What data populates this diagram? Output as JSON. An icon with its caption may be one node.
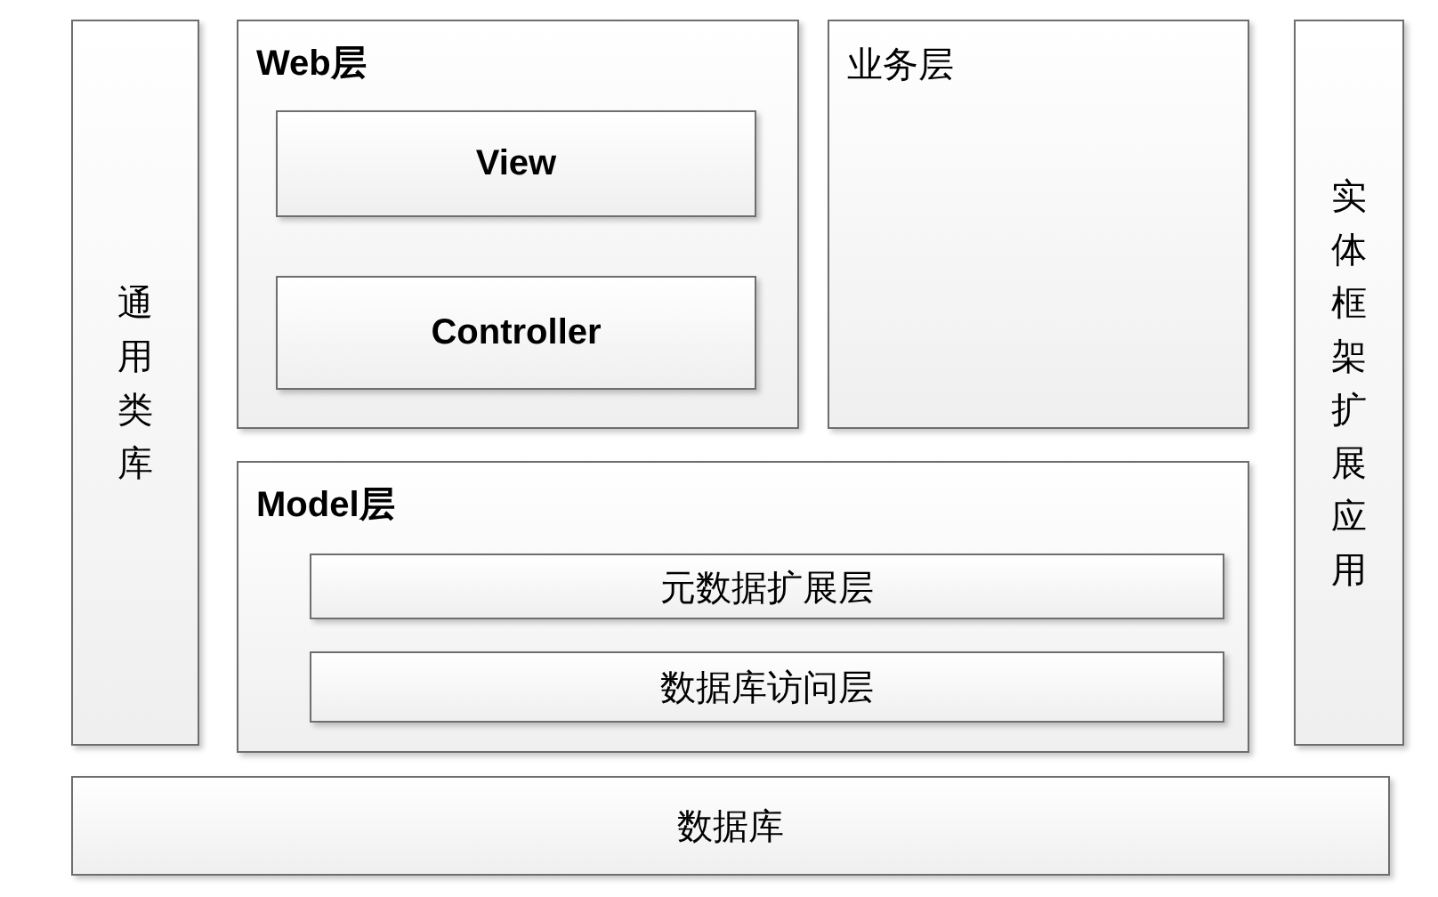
{
  "diagram": {
    "nodes": [
      {
        "text": [
          "通用类库"
        ]
      },
      {
        "text": [
          "Web层"
        ]
      },
      {
        "text": [
          "View"
        ],
        "in": 1
      },
      {
        "text": [
          "Controller"
        ],
        "in": 1
      },
      {
        "text": [
          "业务层"
        ]
      },
      {
        "text": [
          "实体框架扩展应用"
        ]
      },
      {
        "text": [
          "Model层"
        ]
      },
      {
        "text": [
          "元数据扩展层"
        ],
        "in": 6
      },
      {
        "text": [
          "数据库访问层"
        ],
        "in": 6
      },
      {
        "text": [
          "数据库"
        ]
      }
    ]
  }
}
